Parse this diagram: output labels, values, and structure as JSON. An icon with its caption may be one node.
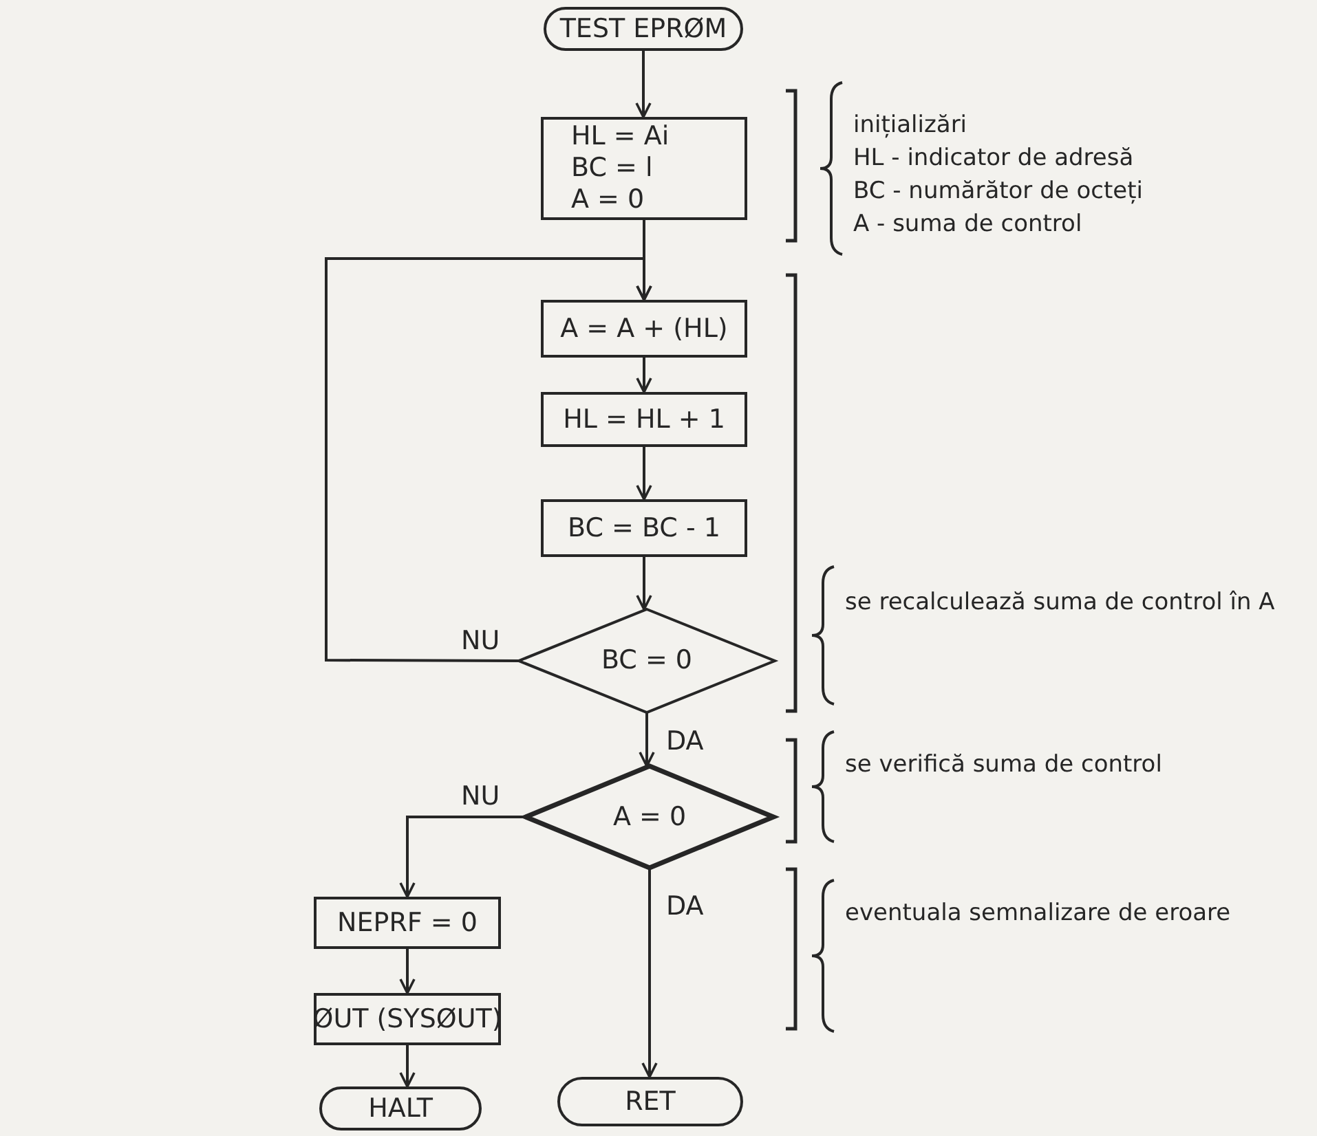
{
  "diagram": {
    "nodes": [
      {
        "text": [
          "TEST EPRØM"
        ]
      },
      {
        "text": [
          "HL = Ai",
          "BC = l",
          "A = 0"
        ]
      },
      {
        "text": [
          "A = A + (HL)"
        ]
      },
      {
        "text": [
          "HL = HL + 1"
        ]
      },
      {
        "text": [
          "BC = BC - 1"
        ]
      },
      {
        "text": [
          "BC = 0"
        ]
      },
      {
        "text": [
          "A = 0"
        ]
      },
      {
        "text": [
          "NEPRF = 0"
        ]
      },
      {
        "text": [
          "ØUT (SYSØUT)"
        ]
      },
      {
        "text": [
          "HALT"
        ]
      },
      {
        "text": [
          "RET"
        ]
      }
    ],
    "edges": [
      {
        "from": 0,
        "to": 1,
        "arrow": "to"
      },
      {
        "from": 1,
        "to": 2,
        "arrow": "to"
      },
      {
        "from": 2,
        "to": 3,
        "arrow": "to"
      },
      {
        "from": 3,
        "to": 4,
        "arrow": "to"
      },
      {
        "from": 4,
        "to": 5,
        "arrow": "to"
      },
      {
        "from": 5,
        "to": 2,
        "arrow": "to",
        "label": "NU"
      },
      {
        "from": 5,
        "to": 6,
        "arrow": "to",
        "label": "DA"
      },
      {
        "from": 6,
        "to": 7,
        "arrow": "to",
        "label": "NU"
      },
      {
        "from": 6,
        "to": 10,
        "arrow": "to",
        "label": "DA"
      },
      {
        "from": 7,
        "to": 8,
        "arrow": "to"
      },
      {
        "from": 8,
        "to": 9,
        "arrow": "to"
      }
    ],
    "labels": [
      "inițializări",
      "HL - indicator de adresă",
      "BC - numărător de octeți",
      "A - suma de control",
      "se recalculează suma de control în A",
      "se verifică suma de control",
      "eventuala semnalizare de eroare"
    ]
  }
}
